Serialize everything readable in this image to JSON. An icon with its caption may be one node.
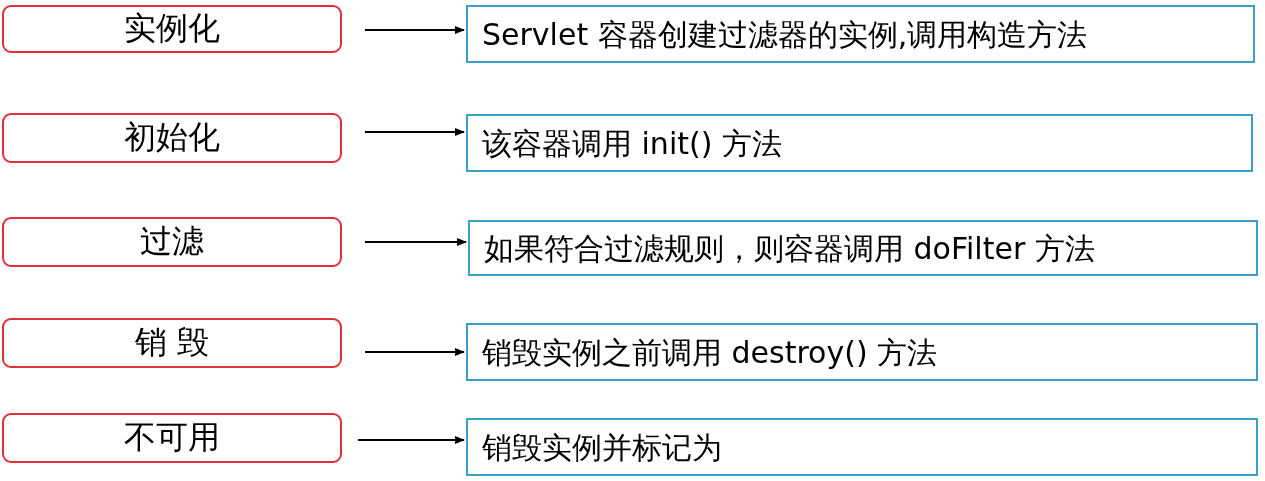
{
  "diagram": {
    "nodes": [
      {
        "text": [
          "实例化"
        ]
      },
      {
        "text": [
          "Servlet 容器创建过滤器的实例,调用构造方法"
        ]
      },
      {
        "text": [
          "初始化"
        ]
      },
      {
        "text": [
          "该容器调用 init() 方法"
        ]
      },
      {
        "text": [
          "过滤"
        ]
      },
      {
        "text": [
          "如果符合过滤规则，则容器调用 doFilter 方法"
        ]
      },
      {
        "text": [
          "销 毁"
        ]
      },
      {
        "text": [
          "销毁实例之前调用 destroy() 方法"
        ]
      },
      {
        "text": [
          "不可用"
        ]
      },
      {
        "text": [
          "销毁实例并标记为"
        ]
      }
    ],
    "edges": [
      {
        "from": 0,
        "to": 1,
        "arrow": "to"
      },
      {
        "from": 2,
        "to": 3,
        "arrow": "to"
      },
      {
        "from": 4,
        "to": 5,
        "arrow": "to"
      },
      {
        "from": 6,
        "to": 7,
        "arrow": "to"
      },
      {
        "from": 8,
        "to": 9,
        "arrow": "to"
      }
    ]
  }
}
